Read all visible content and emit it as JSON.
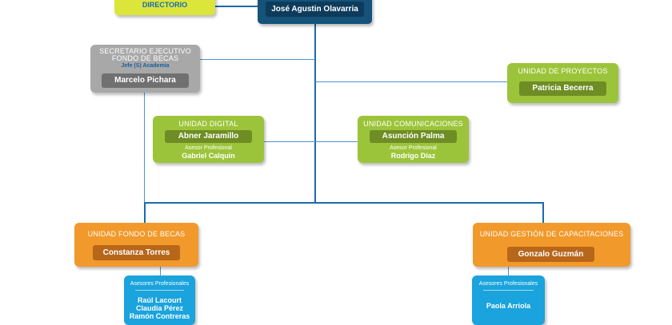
{
  "top": {
    "director_caption": "DIRECTORIO",
    "head_name": "José Agustin Olavarria"
  },
  "secretario": {
    "title_line1": "SECRETARIO EJECUTIVO",
    "title_line2": "FONDO DE BECAS",
    "subtitle": "Jefe (S) Academia",
    "name": "Marcelo Pichara"
  },
  "proyectos": {
    "title": "UNIDAD DE PROYECTOS",
    "name": "Patricia Becerra"
  },
  "digital": {
    "title": "UNIDAD DIGITAL",
    "name": "Abner Jaramillo",
    "advisor_label": "Asesor Profesional",
    "advisor_name": "Gabriel Calquin"
  },
  "comunicaciones": {
    "title": "UNIDAD COMUNICACIONES",
    "name": "Asunción Palma",
    "advisor_label": "Asesor Profesional",
    "advisor_name": "Rodrigo Díaz"
  },
  "fondo_becas": {
    "title": "UNIDAD FONDO DE BECAS",
    "name": "Constanza Torres",
    "advisors_label": "Asesores Profesionales",
    "advisors": [
      "Raúl Lacourt",
      "Claudia Pérez",
      "Ramón Contreras"
    ]
  },
  "capacitaciones": {
    "title": "UNIDAD GESTIÓN DE CAPACITACIONES",
    "name": "Gonzalo Guzmán",
    "advisors_label": "Asesores Profesionales",
    "advisors": [
      "Paola Arriola"
    ]
  },
  "colors": {
    "line": "#1a6ab0",
    "green": "#9cc43a",
    "orange": "#f2992b",
    "gray": "#a8a8a8",
    "blue": "#1aa3dc",
    "navy": "#15537a",
    "yellow": "#dce53a"
  }
}
